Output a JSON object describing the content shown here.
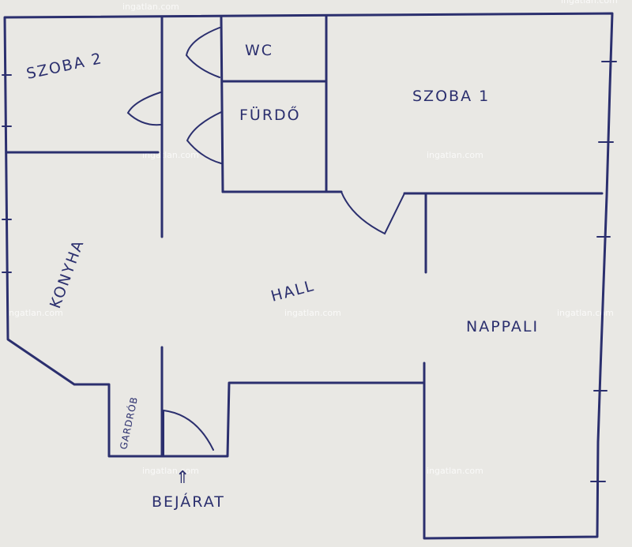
{
  "rooms": {
    "szoba2": "SZOBA 2",
    "wc": "WC",
    "szoba1": "SZOBA 1",
    "furdo": "FÜRDŐ",
    "konyha": "KONYHA",
    "hall": "HALL",
    "nappali": "NAPPALI",
    "gardrob": "GARDRÓB"
  },
  "entrance": {
    "label": "BEJÁRAT",
    "arrow": "⇑"
  },
  "watermark": "ingatlan.com",
  "colors": {
    "paper": "#e9e8e4",
    "ink": "#2b2f6e"
  }
}
